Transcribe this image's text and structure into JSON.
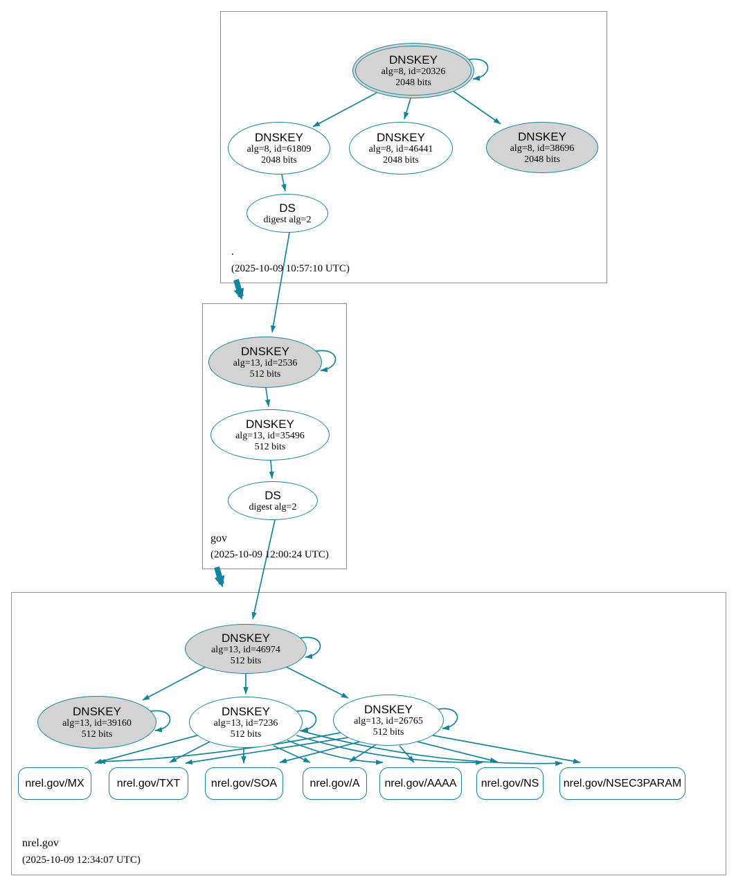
{
  "colors": {
    "edge": "#15839b",
    "sep_key_fill": "#d3d3d3",
    "node_fill": "#ffffff",
    "zone_box_border": "#8f8f8f",
    "text": "#000000"
  },
  "zones": [
    {
      "name": ".",
      "timestamp": "(2025-10-09 10:57:10 UTC)",
      "nodes": {
        "ksk": {
          "title": "DNSKEY",
          "detail": "alg=8, id=20326",
          "bits": "2048 bits"
        },
        "zsk1": {
          "title": "DNSKEY",
          "detail": "alg=8, id=61809",
          "bits": "2048 bits"
        },
        "zsk2": {
          "title": "DNSKEY",
          "detail": "alg=8, id=46441",
          "bits": "2048 bits"
        },
        "zsk3": {
          "title": "DNSKEY",
          "detail": "alg=8, id=38696",
          "bits": "2048 bits"
        },
        "ds": {
          "title": "DS",
          "detail": "digest alg=2"
        }
      }
    },
    {
      "name": "gov",
      "timestamp": "(2025-10-09 12:00:24 UTC)",
      "nodes": {
        "ksk": {
          "title": "DNSKEY",
          "detail": "alg=13, id=2536",
          "bits": "512 bits"
        },
        "zsk": {
          "title": "DNSKEY",
          "detail": "alg=13, id=35496",
          "bits": "512 bits"
        },
        "ds": {
          "title": "DS",
          "detail": "digest alg=2"
        }
      }
    },
    {
      "name": "nrel.gov",
      "timestamp": "(2025-10-09 12:34:07 UTC)",
      "nodes": {
        "ksk": {
          "title": "DNSKEY",
          "detail": "alg=13, id=46974",
          "bits": "512 bits"
        },
        "sep2": {
          "title": "DNSKEY",
          "detail": "alg=13, id=39160",
          "bits": "512 bits"
        },
        "zsk1": {
          "title": "DNSKEY",
          "detail": "alg=13, id=7236",
          "bits": "512 bits"
        },
        "zsk2": {
          "title": "DNSKEY",
          "detail": "alg=13, id=26765",
          "bits": "512 bits"
        }
      },
      "rrsets": [
        "nrel.gov/MX",
        "nrel.gov/TXT",
        "nrel.gov/SOA",
        "nrel.gov/A",
        "nrel.gov/AAAA",
        "nrel.gov/NS",
        "nrel.gov/NSEC3PARAM"
      ]
    }
  ]
}
